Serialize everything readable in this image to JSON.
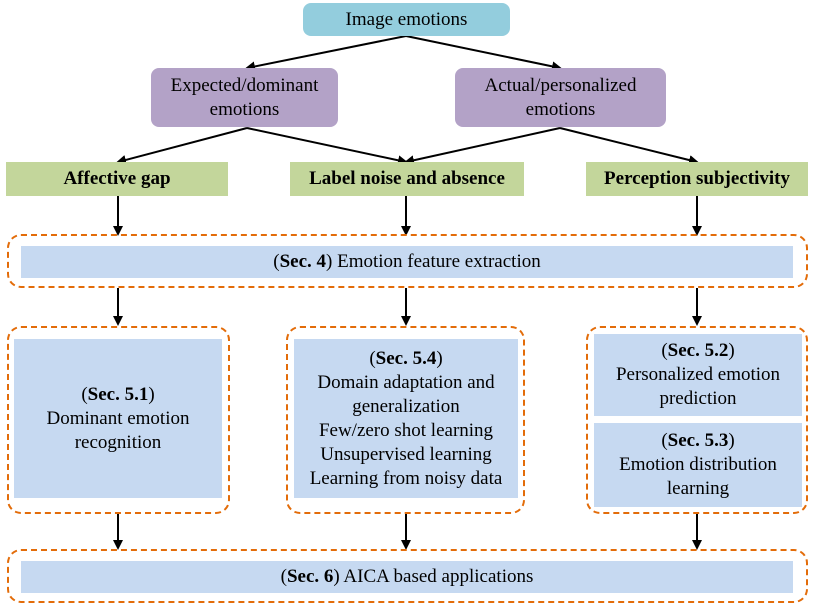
{
  "root": {
    "label": "Image emotions"
  },
  "expected": {
    "line1": "Expected/dominant",
    "line2": "emotions"
  },
  "actual": {
    "line1": "Actual/personalized",
    "line2": "emotions"
  },
  "challenges": {
    "affective_gap": "Affective gap",
    "label_noise": "Label noise and absence",
    "perception": "Perception subjectivity"
  },
  "feature": {
    "sec_open": "(",
    "sec": "Sec. 4",
    "sec_close": ")",
    "text": " Emotion feature extraction"
  },
  "sec51": {
    "sec_open": "(",
    "sec": "Sec. 5.1",
    "sec_close": ")",
    "line1": "Dominant emotion",
    "line2": "recognition"
  },
  "sec54": {
    "sec_open": "(",
    "sec": "Sec. 5.4",
    "sec_close": ")",
    "lines": [
      "Domain adaptation and",
      "generalization",
      "Few/zero shot learning",
      "Unsupervised learning",
      "Learning from noisy data"
    ]
  },
  "sec52": {
    "sec_open": "(",
    "sec": "Sec. 5.2",
    "sec_close": ")",
    "line1": "Personalized emotion",
    "line2": "prediction"
  },
  "sec53": {
    "sec_open": "(",
    "sec": "Sec. 5.3",
    "sec_close": ")",
    "line1": "Emotion distribution",
    "line2": "learning"
  },
  "apps": {
    "sec_open": "(",
    "sec": "Sec. 6",
    "sec_close": ")",
    "text": " AICA based applications"
  }
}
